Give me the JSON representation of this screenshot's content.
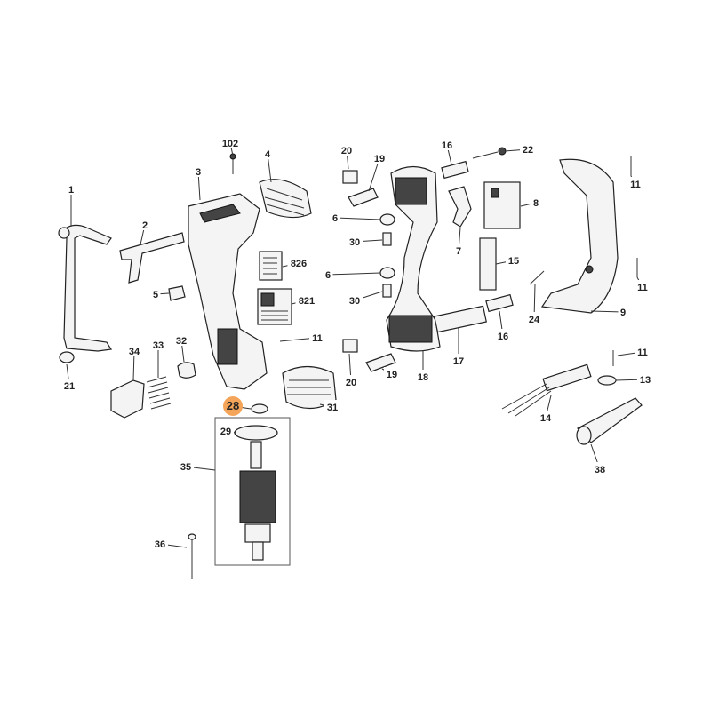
{
  "diagram": {
    "highlight_color": "#F5A55A",
    "highlighted_part": "28",
    "callouts": [
      "1",
      "2",
      "3",
      "102",
      "4",
      "5",
      "826",
      "821",
      "11",
      "34",
      "33",
      "32",
      "21",
      "28",
      "29",
      "31",
      "35",
      "36",
      "20",
      "19",
      "6",
      "30",
      "6",
      "30",
      "20",
      "19",
      "18",
      "16",
      "22",
      "7",
      "8",
      "15",
      "24",
      "16",
      "17",
      "11",
      "11",
      "9",
      "11",
      "13",
      "14",
      "38"
    ]
  }
}
